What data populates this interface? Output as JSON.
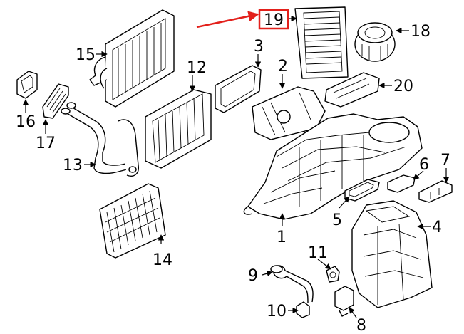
{
  "colors": {
    "highlight": "#e3201b",
    "line": "#000000",
    "background": "#ffffff"
  },
  "callouts": {
    "c1": "1",
    "c2": "2",
    "c3": "3",
    "c4": "4",
    "c5": "5",
    "c6": "6",
    "c7": "7",
    "c8": "8",
    "c9": "9",
    "c10": "10",
    "c11": "11",
    "c12": "12",
    "c13": "13",
    "c14": "14",
    "c15": "15",
    "c16": "16",
    "c17": "17",
    "c18": "18",
    "c19": "19",
    "c20": "20"
  }
}
